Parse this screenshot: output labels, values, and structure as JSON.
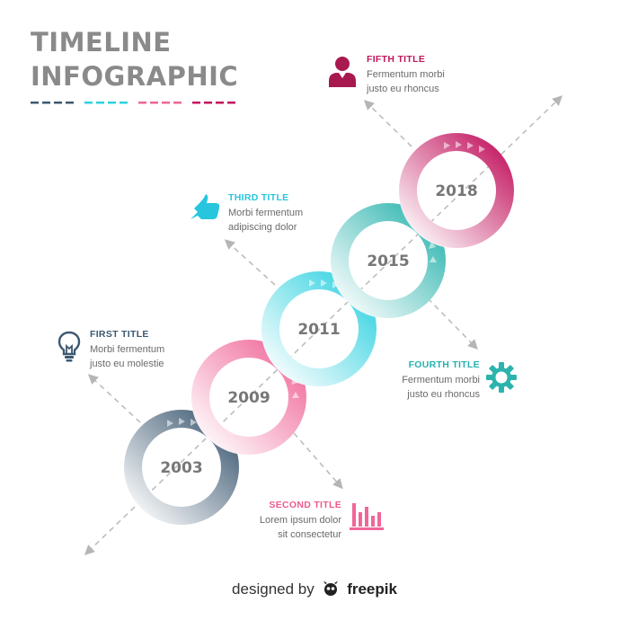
{
  "title": {
    "line1": "TIMELINE",
    "line2": "INFOGRAPHIC",
    "underline_colors": [
      "#3c5871",
      "#2fd1e0",
      "#f06698",
      "#c2145e"
    ]
  },
  "events": [
    {
      "year": "2003",
      "heading": "FIRST TITLE",
      "text_line1": "Morbi fermentum",
      "text_line2": "justo eu molestie",
      "icon": "lightbulb-icon",
      "color": "#3c5871",
      "heading_color": "#3c5871"
    },
    {
      "year": "2009",
      "heading": "SECOND TITLE",
      "text_line1": "Lorem ipsum dolor",
      "text_line2": "sit consectetur",
      "icon": "bar-chart-icon",
      "color": "#f06698",
      "heading_color": "#ee5a91"
    },
    {
      "year": "2011",
      "heading": "THIRD TITLE",
      "text_line1": "Morbi fermentum",
      "text_line2": "adipiscing dolor",
      "icon": "thumbs-up-icon",
      "color": "#2fd1e0",
      "heading_color": "#27c6de"
    },
    {
      "year": "2015",
      "heading": "FOURTH TITLE",
      "text_line1": "Fermentum morbi",
      "text_line2": "justo eu rhoncus",
      "icon": "gear-icon",
      "color": "#29b3ad",
      "heading_color": "#27b0b0"
    },
    {
      "year": "2018",
      "heading": "FIFTH TITLE",
      "text_line1": "Fermentum morbi",
      "text_line2": "justo eu rhoncus",
      "icon": "user-icon",
      "color": "#c2145e",
      "heading_color": "#c0185b"
    }
  ],
  "credit": {
    "prefix": "designed by",
    "brand": "freepik"
  }
}
